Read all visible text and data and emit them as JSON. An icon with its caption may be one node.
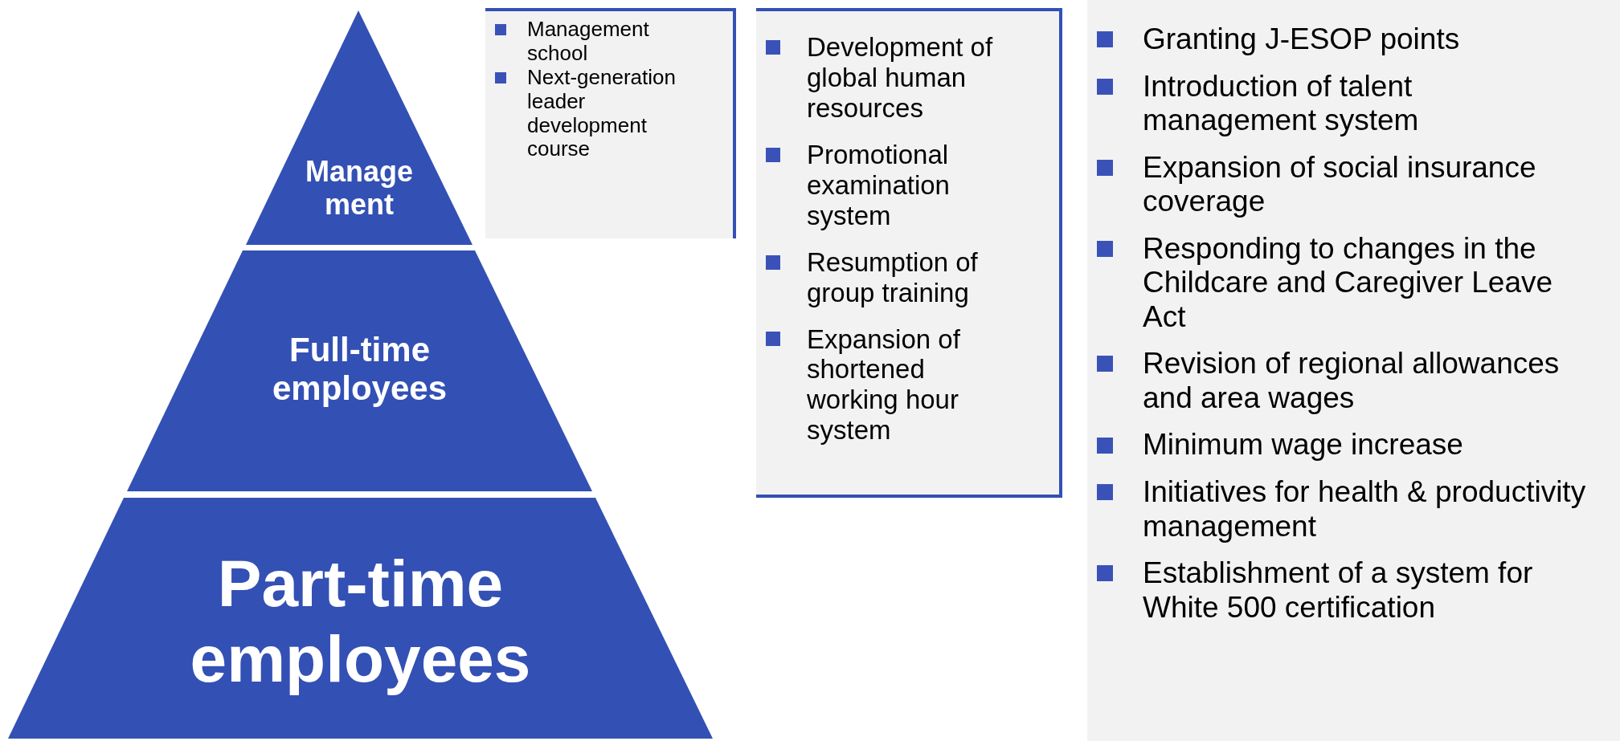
{
  "diagram": {
    "nodes": [
      {
        "text": [
          "Manage ment"
        ]
      },
      {
        "text": [
          "Full-time employees"
        ]
      },
      {
        "text": [
          "Part-time employees"
        ]
      },
      {
        "text": [
          "Management school",
          "Next-generation leader development course"
        ]
      },
      {
        "text": [
          "Development of global human resources",
          "Promotional examination system",
          "Resumption of group training",
          "Expansion of shortened working hour system"
        ]
      },
      {
        "text": [
          "Granting J-ESOP points",
          "Introduction of talent management system",
          "Expansion of social insurance coverage",
          "Responding to changes in the Childcare and Caregiver Leave Act",
          "Revision of regional allowances and area wages",
          "Minimum wage increase",
          "Initiatives for health & productivity management",
          "Establishment of a system for White 500 certification"
        ]
      }
    ],
    "edges": []
  }
}
